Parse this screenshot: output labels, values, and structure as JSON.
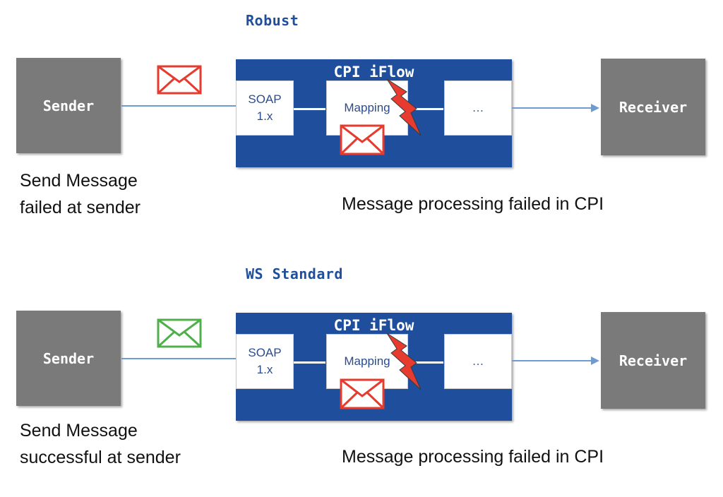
{
  "colors": {
    "blue": "#1f4e9c",
    "node_gray": "#7a7a7a",
    "line": "#6e9bd2",
    "error_red": "#e63b2e",
    "success_green": "#4fb04b"
  },
  "panels": [
    {
      "heading": "Robust",
      "sender_label": "Sender",
      "receiver_label": "Receiver",
      "iflow_title": "CPI iFlow",
      "steps": [
        "SOAP\n1.x",
        "Mapping",
        "…"
      ],
      "sender_envelope_status": "error",
      "sender_caption": "Send Message\nfailed at sender",
      "cpi_caption": "Message processing failed in CPI",
      "icons": [
        "envelope-icon",
        "lightning-bolt-icon"
      ]
    },
    {
      "heading": "WS Standard",
      "sender_label": "Sender",
      "receiver_label": "Receiver",
      "iflow_title": "CPI iFlow",
      "steps": [
        "SOAP\n1.x",
        "Mapping",
        "…"
      ],
      "sender_envelope_status": "success",
      "sender_caption": "Send Message\nsuccessful at sender",
      "cpi_caption": "Message processing failed in CPI",
      "icons": [
        "envelope-icon",
        "lightning-bolt-icon"
      ]
    }
  ]
}
